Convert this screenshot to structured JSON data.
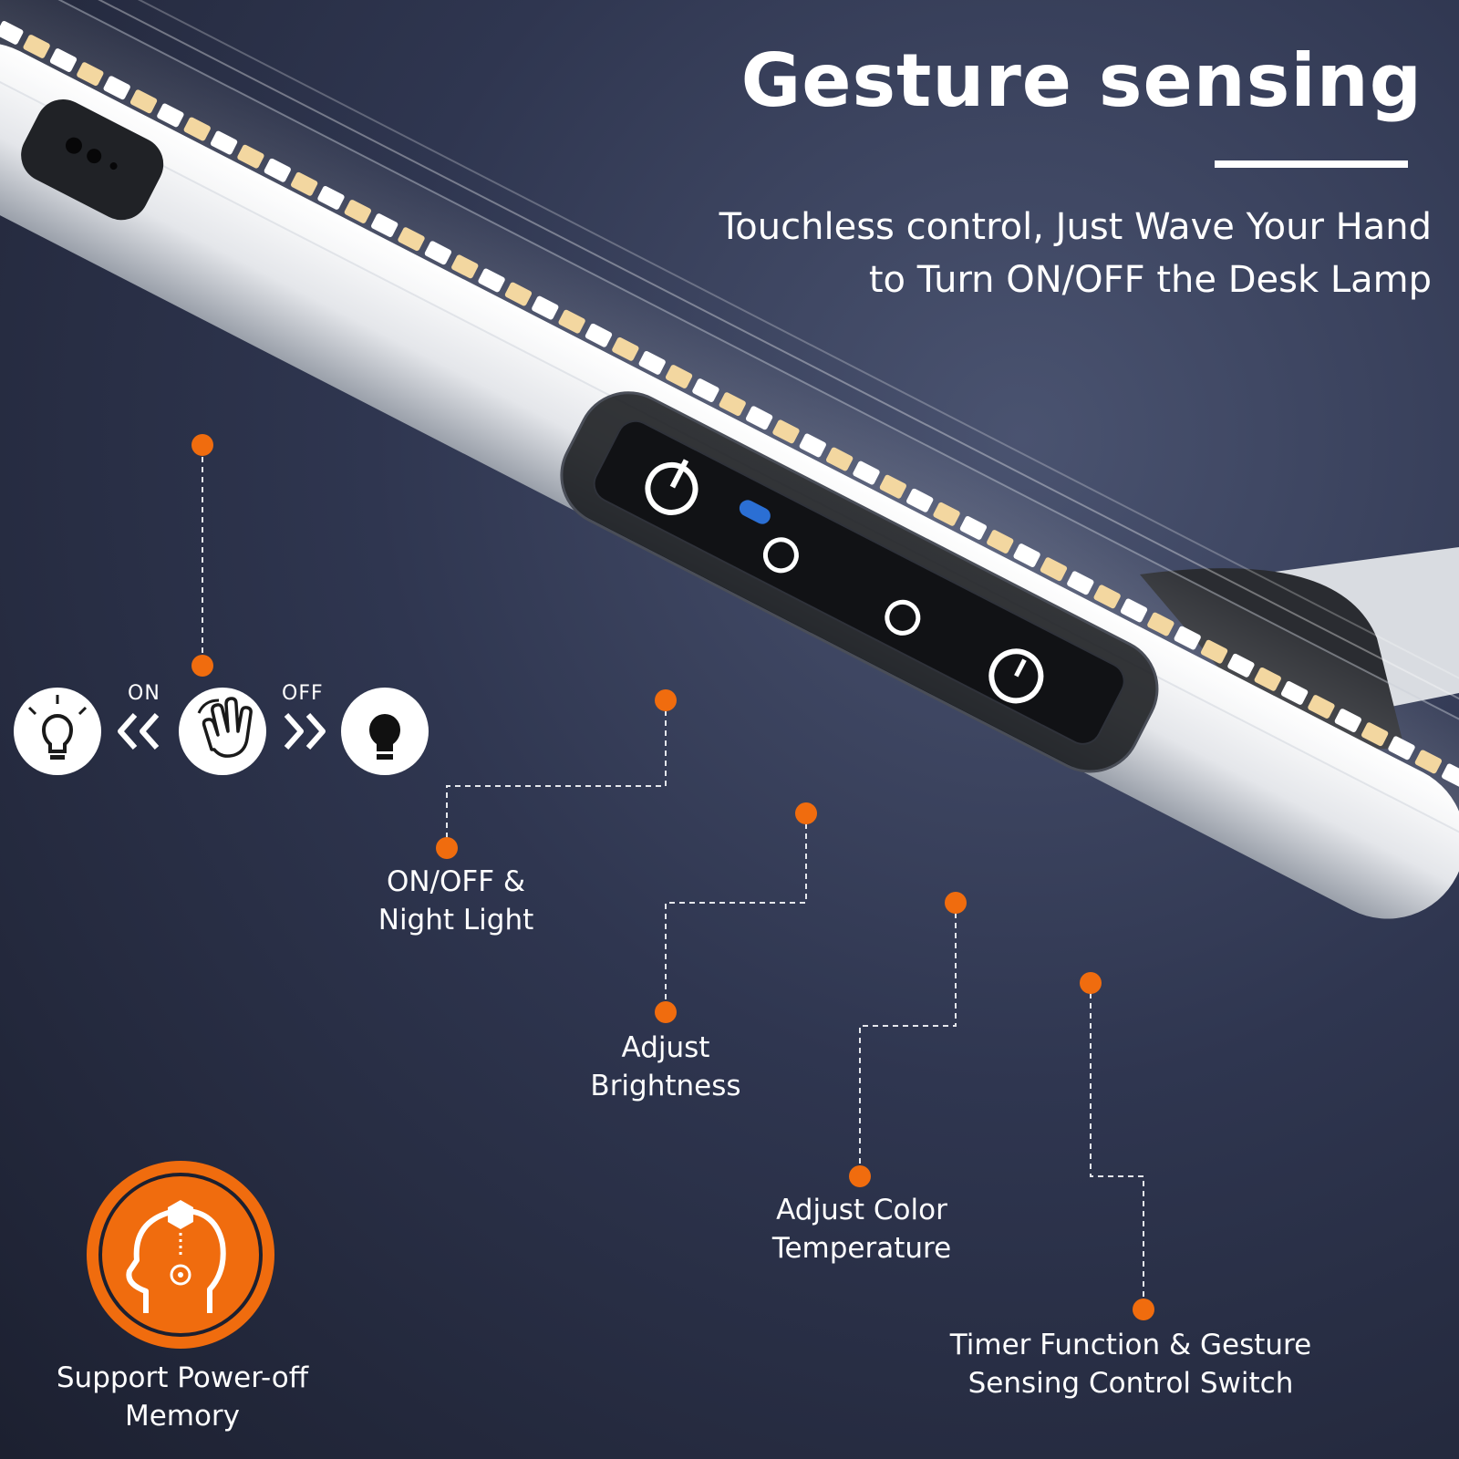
{
  "header": {
    "title": "Gesture sensing",
    "subtitle": "Touchless control, Just Wave Your Hand to Turn ON/OFF the Desk Lamp"
  },
  "gesture_demo": {
    "on_label": "ON",
    "off_label": "OFF",
    "icons": [
      "lit-bulb-icon",
      "double-chevron-left-icon",
      "hand-wave-icon",
      "double-chevron-right-icon",
      "dark-bulb-icon"
    ]
  },
  "callouts": [
    {
      "name": "on-off-night-light",
      "line1": "ON/OFF &",
      "line2": "Night Light",
      "icon": "power-icon"
    },
    {
      "name": "adjust-brightness",
      "line1": "Adjust",
      "line2": "Brightness",
      "icon": "sun-icon"
    },
    {
      "name": "adjust-color-temperature",
      "line1": "Adjust Color",
      "line2": "Temperature",
      "icon": "sun-outline-icon"
    },
    {
      "name": "timer-gesture-switch",
      "line1": "Timer Function & Gesture",
      "line2": "Sensing Control Switch",
      "icon": "clock-icon"
    }
  ],
  "memory_badge": {
    "line1": "Support Power-off",
    "line2": "Memory",
    "icon": "head-memory-icon"
  },
  "colors": {
    "accent": "#f06c0e",
    "text": "#ffffff",
    "led_warm": "#f3d7a0",
    "led_cool": "#ffffff"
  }
}
